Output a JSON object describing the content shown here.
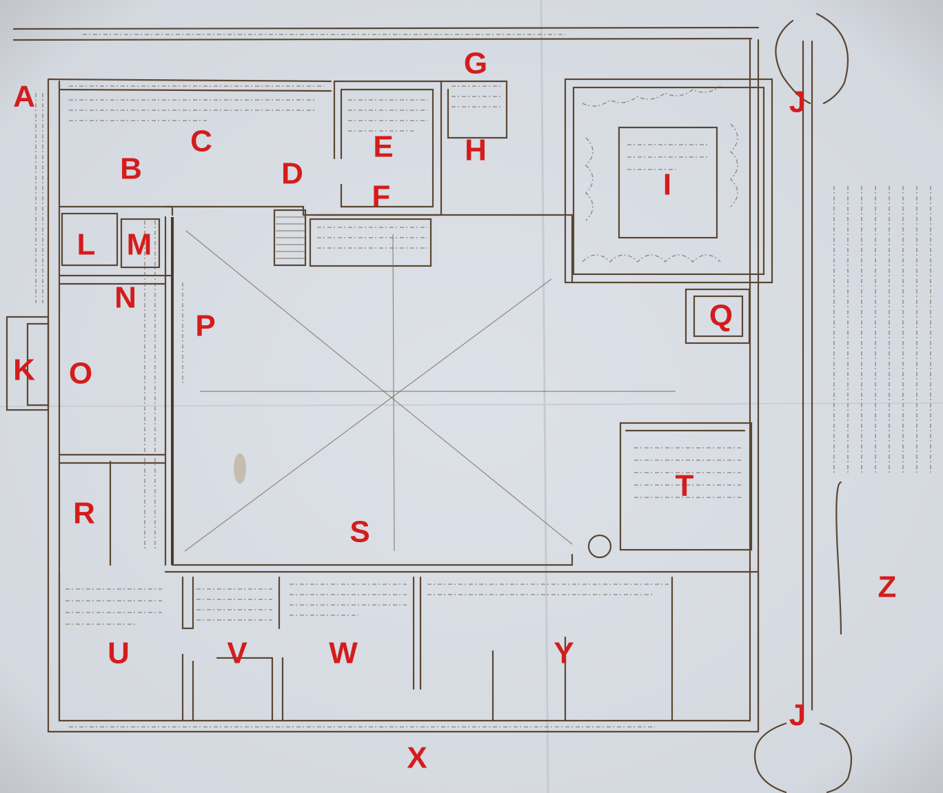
{
  "plan": {
    "paper_color": "#d9dde4",
    "ink_color": "#5a4630",
    "label_color": "#d41c1c",
    "labels": [
      "A",
      "G",
      "J",
      "C",
      "B",
      "E",
      "H",
      "D",
      "F",
      "I",
      "L",
      "M",
      "N",
      "P",
      "Q",
      "K",
      "O",
      "T",
      "R",
      "S",
      "Z",
      "U",
      "V",
      "W",
      "Y",
      "J",
      "X"
    ]
  }
}
